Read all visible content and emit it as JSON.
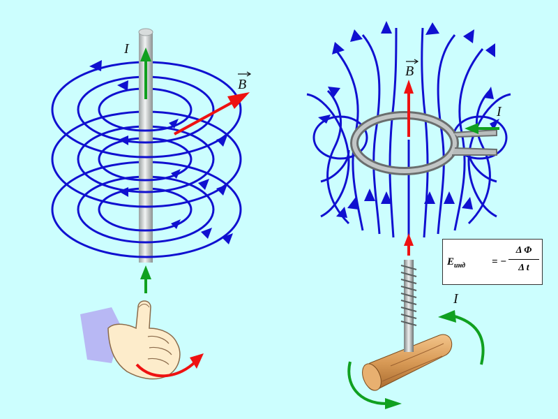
{
  "left_figure": {
    "current_label": "I",
    "field_label": "B",
    "colors": {
      "field_lines": "#1010d0",
      "current_arrow": "#10a020",
      "field_vector": "#ee1111",
      "wire": "#c8cccc"
    }
  },
  "right_figure": {
    "field_label": "B",
    "current_label_loop": "I",
    "current_label_screw": "I"
  },
  "formula": {
    "lhs": "E",
    "lhs_sub": "инд",
    "equals": "= −",
    "numerator": "Δ Φ",
    "denominator": "Δ t"
  },
  "colors": {
    "background": "#ccfefe"
  }
}
